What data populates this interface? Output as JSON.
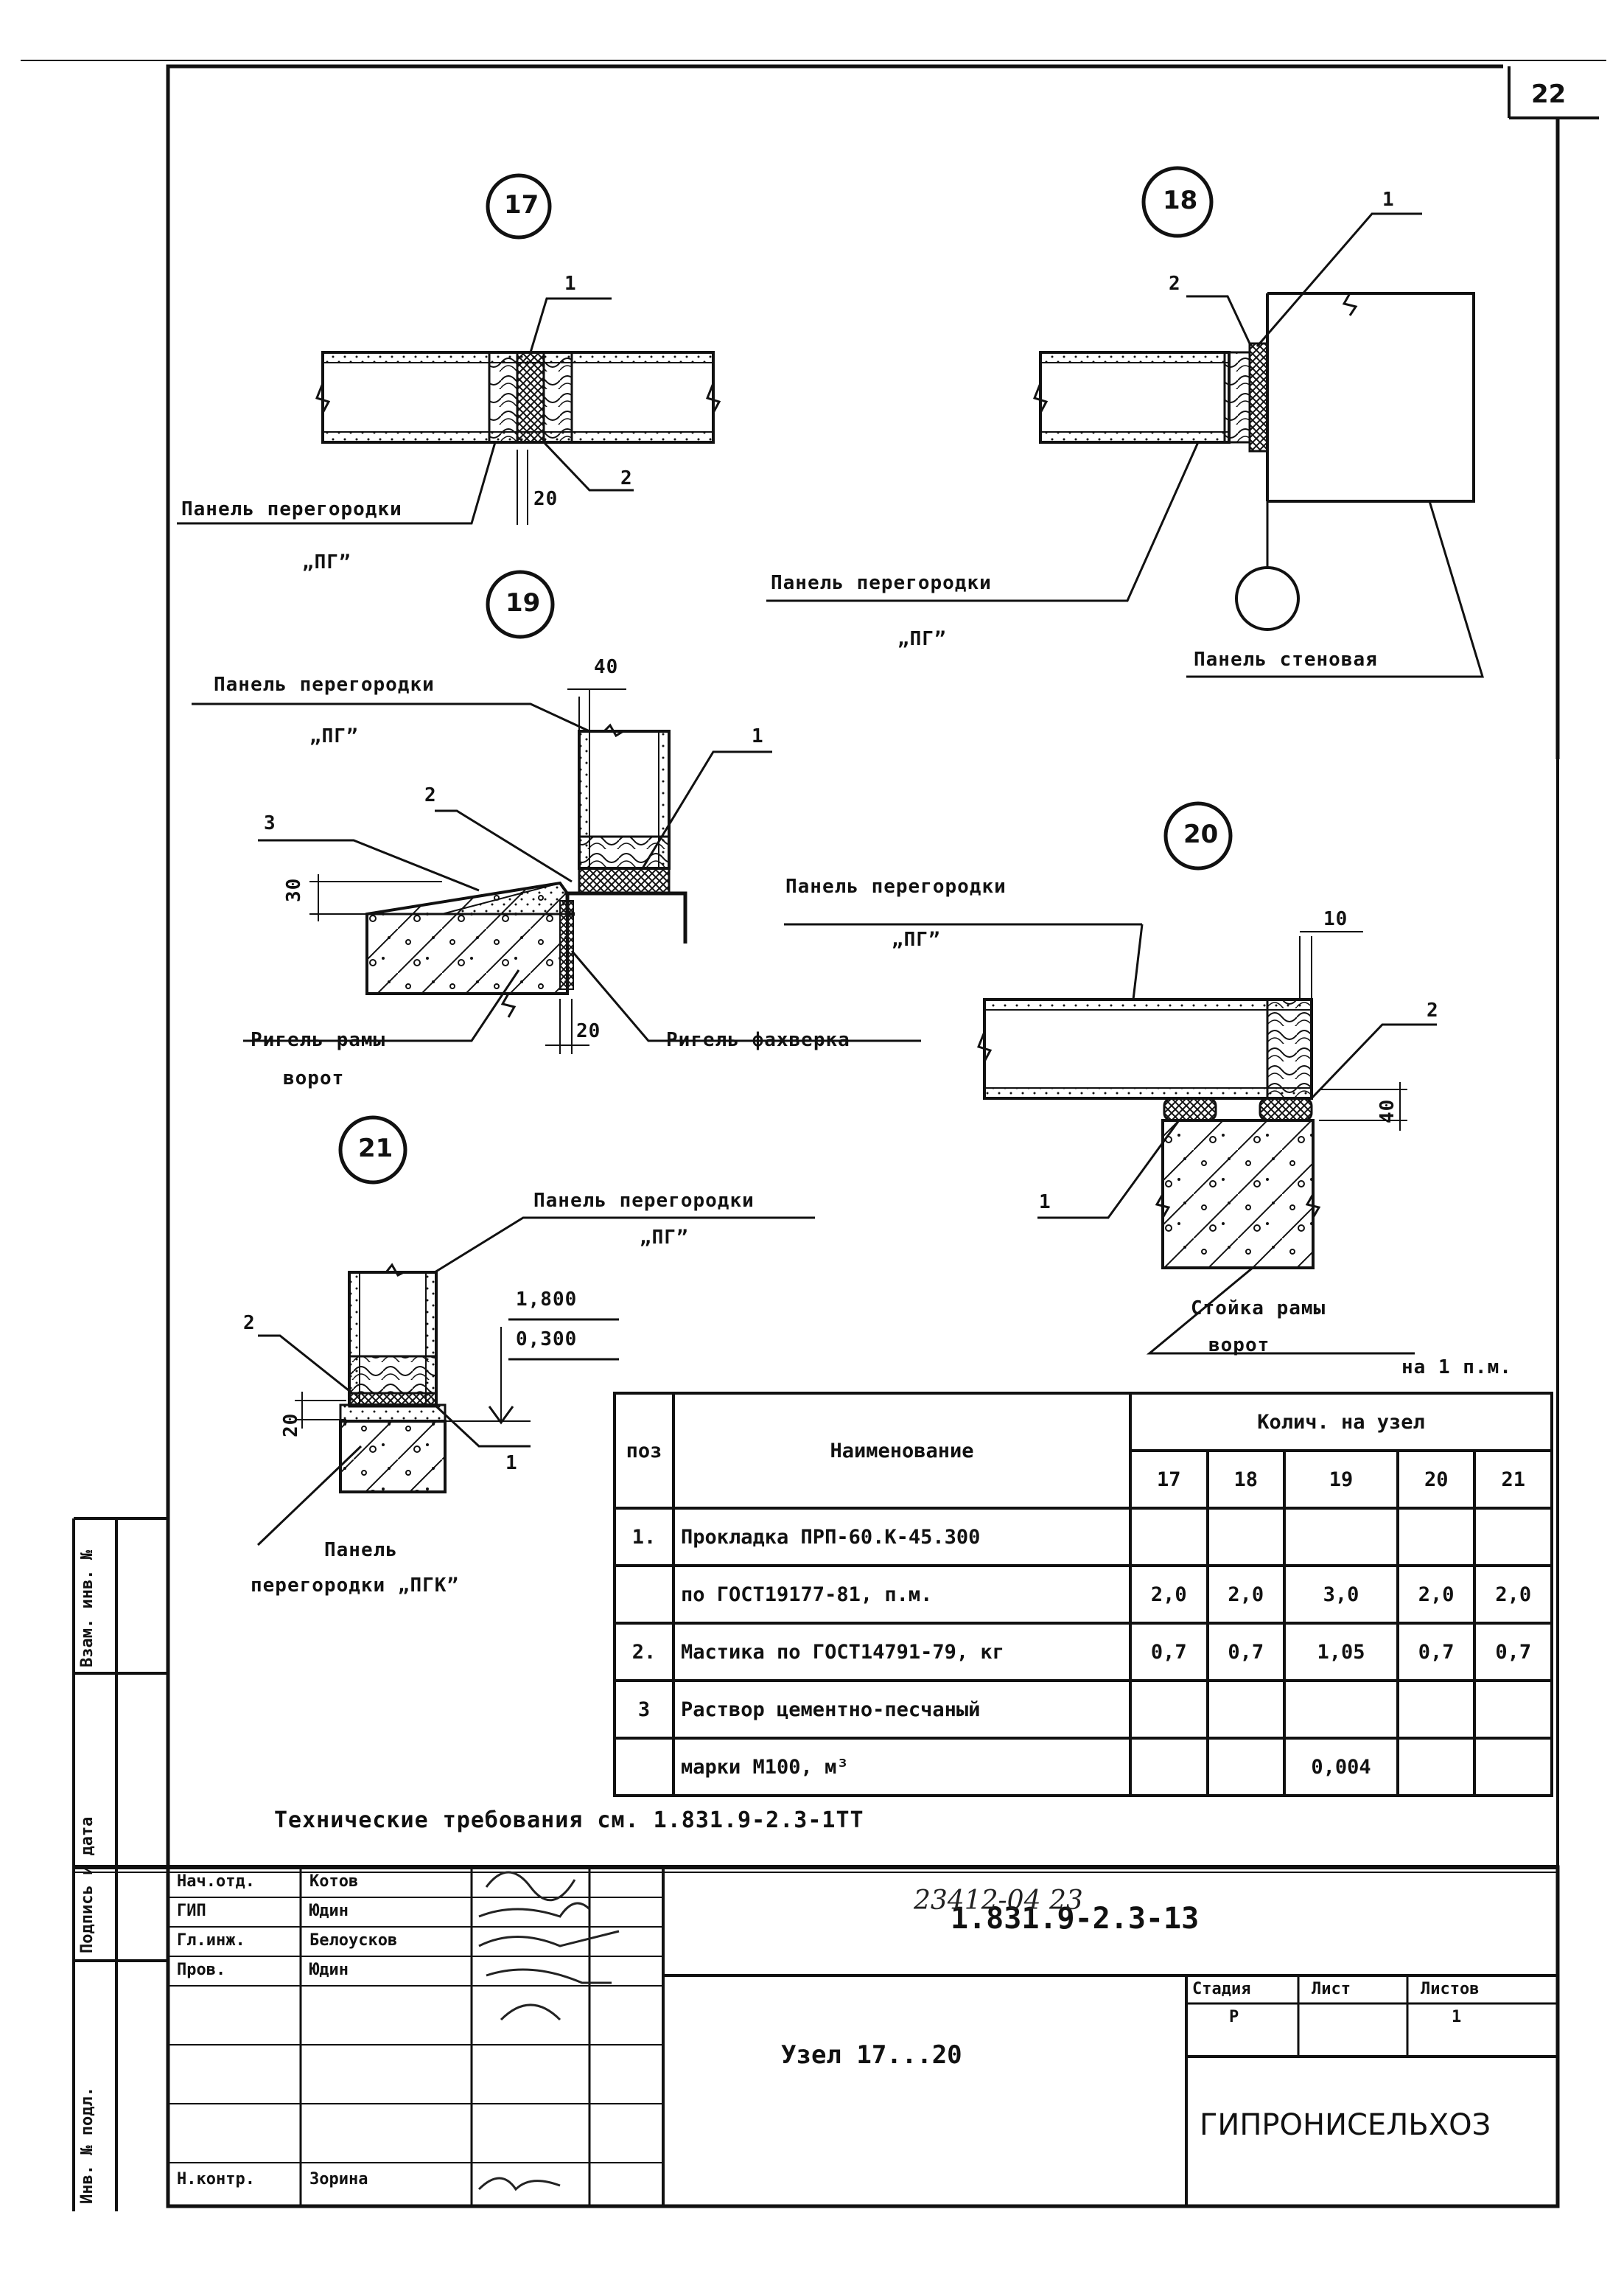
{
  "sheet": {
    "page_number": "22",
    "tech_requirements": "Технические требования см. 1.831.9-2.3-1ТТ",
    "bottom_note": "23412-04 23"
  },
  "nodes": {
    "n17": "17",
    "n18": "18",
    "n19": "19",
    "n20": "20",
    "n21": "21"
  },
  "labels": {
    "panel_partition": "Панель перегородки",
    "pg": "„ПГ”",
    "panel_wall": "Панель стеновая",
    "rigel_frame": "Ригель рамы",
    "gate": "ворот",
    "rigel_fachwerk": "Ригель фахверка",
    "stand_frame": "Стойка рамы",
    "panel_partition_pgk_1": "Панель",
    "panel_partition_pgk_2": "перегородки „ПГК”",
    "per_meter": "на 1 п.м."
  },
  "callouts": {
    "c1": "1",
    "c2": "2",
    "c3": "3"
  },
  "dims": {
    "d20": "20",
    "d40": "40",
    "d30": "30",
    "d10": "10",
    "elev1": "1,800",
    "elev2": "0,300"
  },
  "spec_table": {
    "col_pos": "поз",
    "col_name": "Наименование",
    "col_qty": "Колич. на узел",
    "nodes": [
      "17",
      "18",
      "19",
      "20",
      "21"
    ],
    "rows": [
      {
        "pos": "1.",
        "name": "Прокладка ПРП-60.К-45.300",
        "vals": [
          "",
          "",
          "",
          "",
          ""
        ]
      },
      {
        "pos": "",
        "name": "по ГОСТ19177-81,        п.м.",
        "vals": [
          "2,0",
          "2,0",
          "3,0",
          "2,0",
          "2,0"
        ]
      },
      {
        "pos": "2.",
        "name": "Мастика по ГОСТ14791-79, кг",
        "vals": [
          "0,7",
          "0,7",
          "1,05",
          "0,7",
          "0,7"
        ]
      },
      {
        "pos": "3",
        "name": "Раствор цементно-песчаный",
        "vals": [
          "",
          "",
          "",
          "",
          ""
        ]
      },
      {
        "pos": "",
        "name": "марки М100,            м³",
        "vals": [
          "",
          "",
          "0,004",
          "",
          ""
        ]
      }
    ]
  },
  "title_block": {
    "roles": [
      "Нач.отд.",
      "ГИП",
      "Гл.инж.",
      "Пров.",
      "",
      "",
      "Н.контр."
    ],
    "names": [
      "Котов",
      "Юдин",
      "Белоусков",
      "Юдин",
      "",
      "",
      "Зорина"
    ],
    "doc_code": "1.831.9-2.3-13",
    "title": "Узел 17...20",
    "stage_label": "Стадия",
    "sheet_label": "Лист",
    "sheets_label": "Листов",
    "stage_value": "Р",
    "sheets_value": "1",
    "org": "ГИПРОНИСЕЛЬХОЗ"
  },
  "side_stamp": {
    "inv": "Инв. № подл.",
    "sign": "Подпись и дата",
    "replace": "Взам. инв. №"
  }
}
